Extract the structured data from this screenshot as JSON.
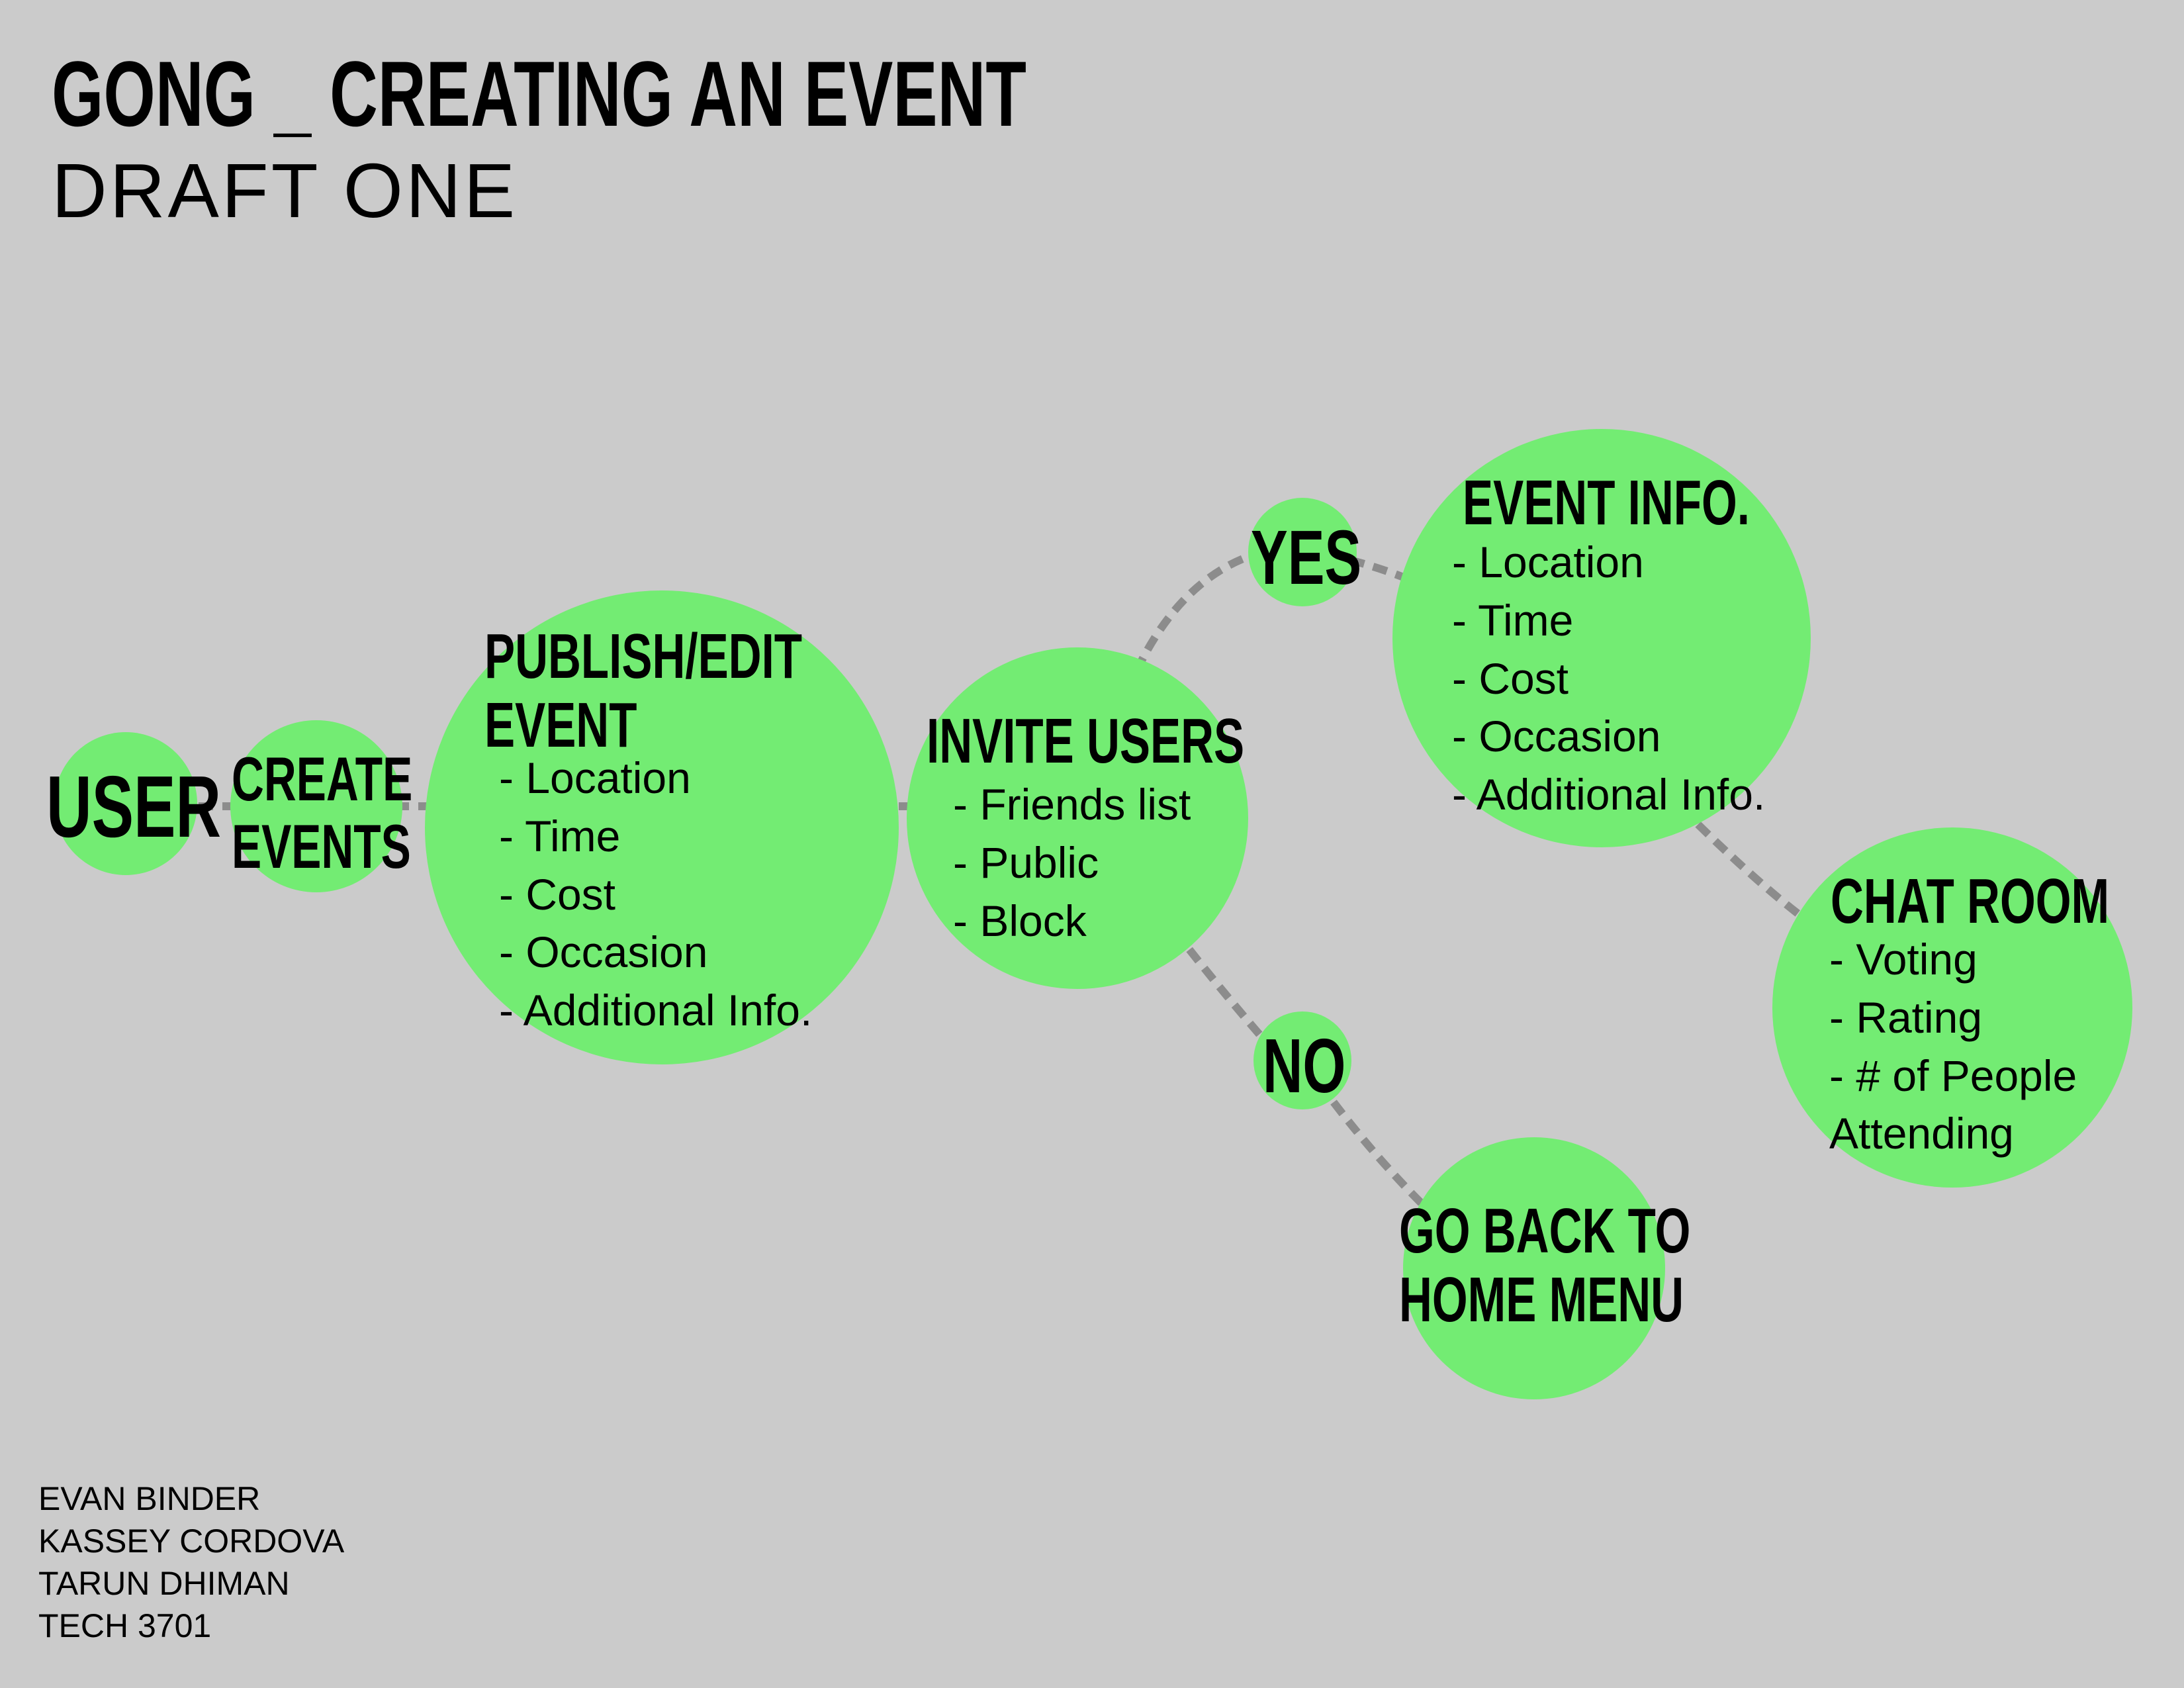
{
  "page": {
    "title": "GONG _ CREATING AN EVENT",
    "subtitle": "DRAFT  ONE",
    "background": "#cbcbcb"
  },
  "colors": {
    "node_fill": "#73ec73",
    "connector": "#8c8c8c",
    "text": "#000000"
  },
  "nodes": {
    "user": {
      "label": "USER"
    },
    "create_events": {
      "label_lines": [
        "CREATE",
        "EVENTS"
      ]
    },
    "publish_edit_event": {
      "label_lines": [
        "PUBLISH/EDIT",
        "EVENT"
      ],
      "items": [
        "- Location",
        "- Time",
        "- Cost",
        "- Occasion",
        "- Additional Info."
      ]
    },
    "invite_users": {
      "label": "INVITE USERS",
      "items": [
        "- Friends list",
        "- Public",
        "- Block"
      ]
    },
    "yes": {
      "label": "YES"
    },
    "no": {
      "label": "NO"
    },
    "event_info": {
      "label": "EVENT INFO.",
      "items": [
        "- Location",
        "- Time",
        "- Cost",
        "- Occasion",
        "- Additional Info."
      ]
    },
    "chat_room": {
      "label": "CHAT ROOM",
      "items": [
        "- Voting",
        "- Rating",
        "- # of People",
        "Attending"
      ]
    },
    "go_back_home": {
      "label_lines": [
        "GO BACK TO",
        "HOME MENU"
      ]
    }
  },
  "edges": [
    {
      "from": "user",
      "to": "create_events",
      "style": "dashed"
    },
    {
      "from": "create_events",
      "to": "publish_edit_event",
      "style": "dashed"
    },
    {
      "from": "publish_edit_event",
      "to": "invite_users",
      "style": "dashed"
    },
    {
      "from": "invite_users",
      "to": "yes",
      "style": "dashed"
    },
    {
      "from": "invite_users",
      "to": "no",
      "style": "dashed"
    },
    {
      "from": "yes",
      "to": "event_info",
      "style": "dashed"
    },
    {
      "from": "event_info",
      "to": "chat_room",
      "style": "dashed"
    },
    {
      "from": "no",
      "to": "go_back_home",
      "style": "dashed"
    }
  ],
  "credits": [
    "EVAN BINDER",
    "KASSEY CORDOVA",
    "TARUN DHIMAN",
    "TECH 3701"
  ]
}
